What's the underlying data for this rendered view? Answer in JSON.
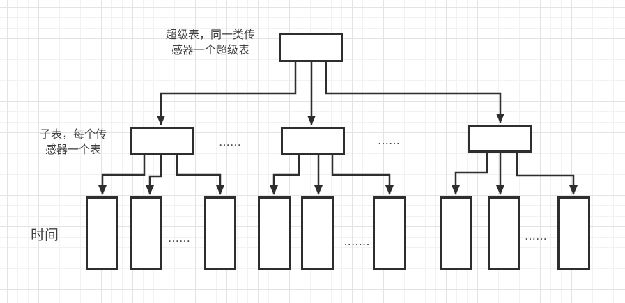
{
  "canvas": {
    "background": "#ffffff",
    "grid_minor_color": "#f2f2f2",
    "grid_major_color": "#e3e3e3",
    "stroke_color": "#2e2e2e",
    "text_color": "#3f3f3f"
  },
  "labels": {
    "super_table": "超级表，同一类传\n感器一个超级表",
    "sub_table": "子表，每个传\n感器一个表",
    "time": "时间"
  },
  "ellipses": {
    "child_row": [
      "......",
      "......"
    ],
    "leaf_row": [
      "......",
      ".......",
      "......"
    ]
  }
}
